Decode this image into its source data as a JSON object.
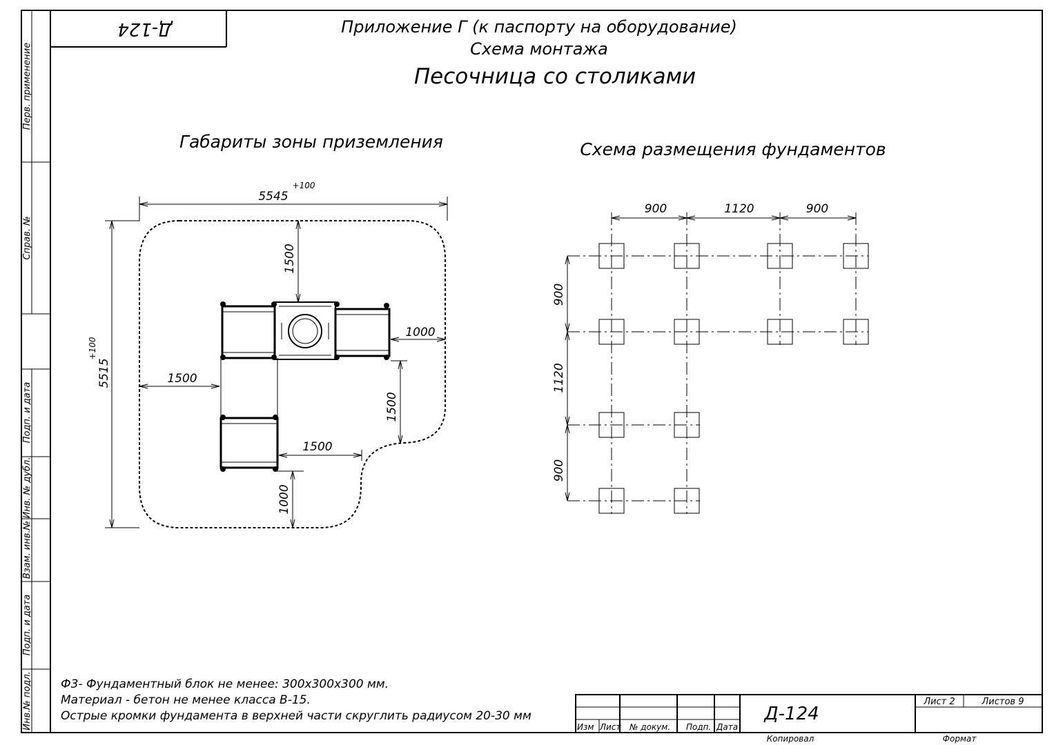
{
  "corner_stamp": "Д-124",
  "header": {
    "line1": "Приложение Г (к паспорту на оборудование)",
    "line2": "Схема монтажа",
    "title": "Песочница со столиками"
  },
  "left_strip": {
    "perv_primenenie": "Перв. применение",
    "sprav_no": "Справ. №",
    "podp_data_1": "Подп. и дата",
    "inv_dubl": "Инв. № дубл.",
    "vzam_inv": "Взам. инв.№",
    "podp_data_2": "Подп. и дата",
    "inv_podl": "Инв.№ подл."
  },
  "left_scheme": {
    "title": "Габариты зоны приземления",
    "dim_width": "5545",
    "dim_width_tol": "+100",
    "dim_height": "5515",
    "dim_height_tol": "+100",
    "dim_top": "1500",
    "dim_right": "1000",
    "dim_left": "1500",
    "dim_right_lower": "1500",
    "dim_inner_h": "1500",
    "dim_bottom": "1000"
  },
  "right_scheme": {
    "title": "Схема размещения фундаментов",
    "dim_top_1": "900",
    "dim_top_2": "1120",
    "dim_top_3": "900",
    "dim_left_1": "900",
    "dim_left_2": "1120",
    "dim_left_3": "900"
  },
  "notes": [
    "Ф3- Фундаментный блок не менее: 300х300х300 мм.",
    "Материал - бетон не менее класса В-15.",
    "Острые кромки фундамента в верхней части скруглить радиусом 20-30 мм"
  ],
  "title_block": {
    "code": "Д-124",
    "col_izm": "Изм",
    "col_list": "Лист",
    "col_doc": "№ докум.",
    "col_podp": "Подп.",
    "col_data": "Дата",
    "sheet_label": "Лист 2",
    "sheets_label": "Листов 9",
    "kopiroval": "Копировал",
    "format": "Формат"
  }
}
